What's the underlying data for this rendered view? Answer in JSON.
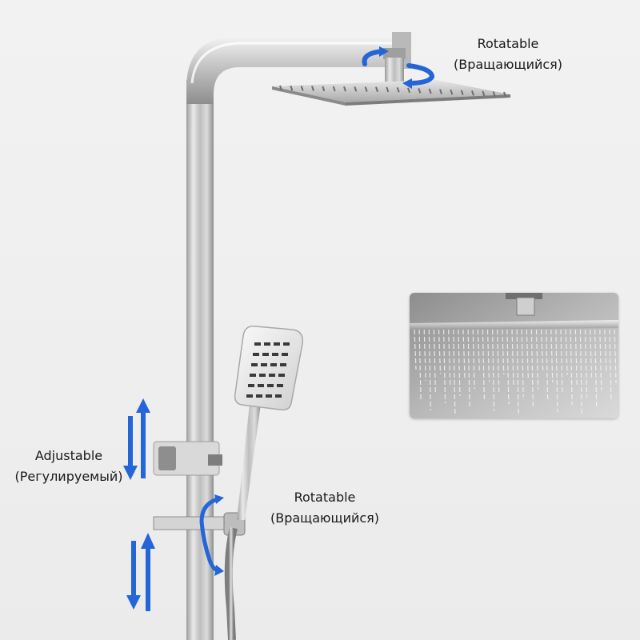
{
  "annotations": {
    "head_rotation": {
      "line1": "Rotatable",
      "line2": "(Вращающийся)"
    },
    "height_adjust": {
      "line1": "Adjustable",
      "line2": "(Регулируемый)"
    },
    "handset_rotation": {
      "line1": "Rotatable",
      "line2": "(Вращающийся)"
    }
  },
  "colors": {
    "background": "#efefef",
    "steel": "#c9c9c9",
    "arrow_blue": "#1f5fd6"
  },
  "icons": [
    "rotate-arrow-icon",
    "up-down-arrow-icon"
  ]
}
